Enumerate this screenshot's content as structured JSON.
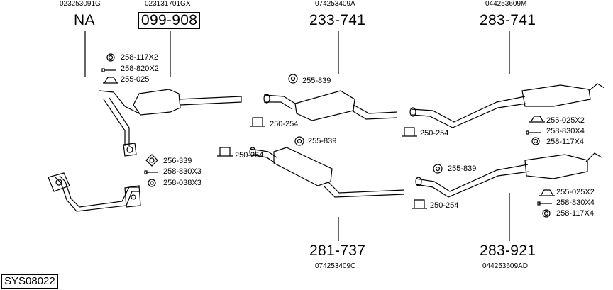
{
  "diagram_id": "SYS08022",
  "groups": [
    {
      "ref": "023253091G",
      "number": "NA",
      "boxed": false,
      "parts": [
        "258-117X2",
        "258-820X2",
        "255-025"
      ]
    },
    {
      "ref": "023131701GX",
      "number": "099-908",
      "boxed": true,
      "parts": [
        "256-339",
        "258-830X3",
        "258-038X3"
      ]
    },
    {
      "ref": "074253409A",
      "number": "233-741",
      "boxed": false,
      "parts": [
        "255-839",
        "250-254"
      ]
    },
    {
      "ref": "044253609M",
      "number": "283-741",
      "boxed": false,
      "parts": [
        "255-025X2",
        "258-830X4",
        "258-117X4",
        "250-254"
      ]
    },
    {
      "ref": "074253409C",
      "number": "281-737",
      "boxed": false,
      "parts": [
        "255-839",
        "250-254"
      ]
    },
    {
      "ref": "044253609AD",
      "number": "283-921",
      "boxed": false,
      "parts": [
        "255-839",
        "250-254",
        "255-025X2",
        "258-830X4",
        "258-117X4"
      ]
    }
  ]
}
